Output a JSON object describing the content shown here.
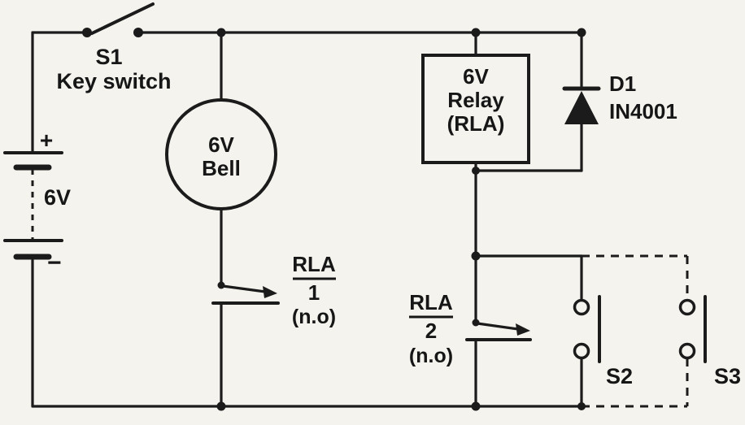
{
  "colors": {
    "ink": "#1b1b1b",
    "paper": "#f4f3ee"
  },
  "components": {
    "s1": {
      "label": "S1",
      "desc": "Key switch"
    },
    "battery": {
      "plus": "+",
      "minus": "−",
      "voltage": "6V"
    },
    "bell": {
      "line1": "6V",
      "line2": "Bell"
    },
    "rla1": {
      "name": "RLA",
      "num": "1",
      "state": "(n.o)"
    },
    "relay": {
      "line1": "6V",
      "line2": "Relay",
      "line3": "(RLA)"
    },
    "d1": {
      "label": "D1",
      "part": "IN4001"
    },
    "rla2": {
      "name": "RLA",
      "num": "2",
      "state": "(n.o)"
    },
    "s2": {
      "label": "S2"
    },
    "s3": {
      "label": "S3"
    }
  }
}
